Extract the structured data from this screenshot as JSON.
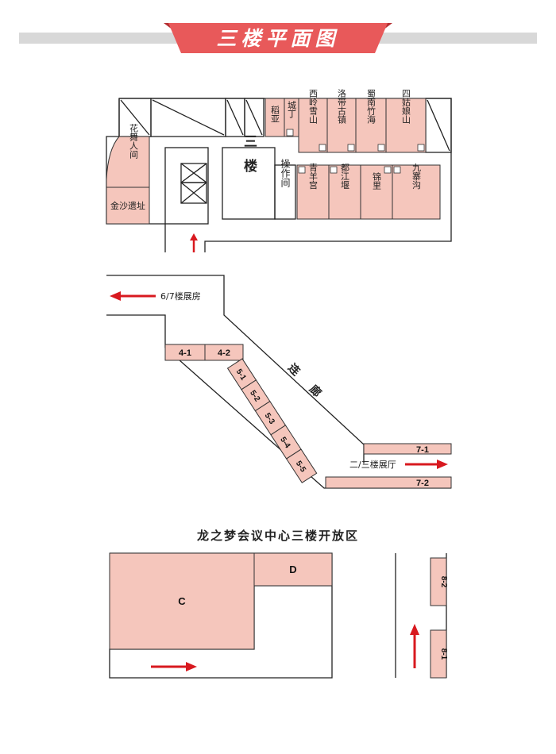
{
  "banner": {
    "title": "三楼平面图"
  },
  "colors": {
    "booth_fill": "#f5c6bc",
    "banner_red": "#e8595a",
    "banner_dark": "#b52f33",
    "gray_bar": "#d8d8d8",
    "arrow_red": "#d8191f",
    "wall": "#222222"
  },
  "third_floor": {
    "booths": [
      {
        "id": "dao-ya",
        "label": "稻亚"
      },
      {
        "id": "cheng-ding",
        "label": "城丁"
      },
      {
        "id": "xi-ling-xue-shan",
        "label": "西岭雪山"
      },
      {
        "id": "luo-dai-gu-zhen",
        "label": "洛带古镇"
      },
      {
        "id": "shu-nan-zhu-hai",
        "label": "蜀南竹海"
      },
      {
        "id": "si-gu-niang-shan",
        "label": "四姑娘山"
      },
      {
        "id": "hua-wu-ren-jian",
        "label": "花舞人间"
      },
      {
        "id": "jin-sha-yi-zhi",
        "label": "金沙遗址"
      },
      {
        "id": "qing-yang-gong",
        "label": "青羊宫"
      },
      {
        "id": "du-jiang-yan",
        "label": "都江堰"
      },
      {
        "id": "jin-li",
        "label": "锦里"
      },
      {
        "id": "jiu-zhai-gou",
        "label": "九寨沟"
      }
    ],
    "stair_label": "三楼",
    "control_room_label": "操作间"
  },
  "corridor": {
    "exit_67_label": "6/7楼展房",
    "corridor_label": "连廊",
    "exit_23_label": "二/三楼展厅",
    "booths": [
      "4-1",
      "4-2",
      "5-1",
      "5-2",
      "5-3",
      "5-4",
      "5-5",
      "7-1",
      "7-2"
    ]
  },
  "open_area": {
    "title": "龙之梦会议中心三楼开放区",
    "booths": [
      "C",
      "D",
      "8-2",
      "8-1"
    ]
  }
}
